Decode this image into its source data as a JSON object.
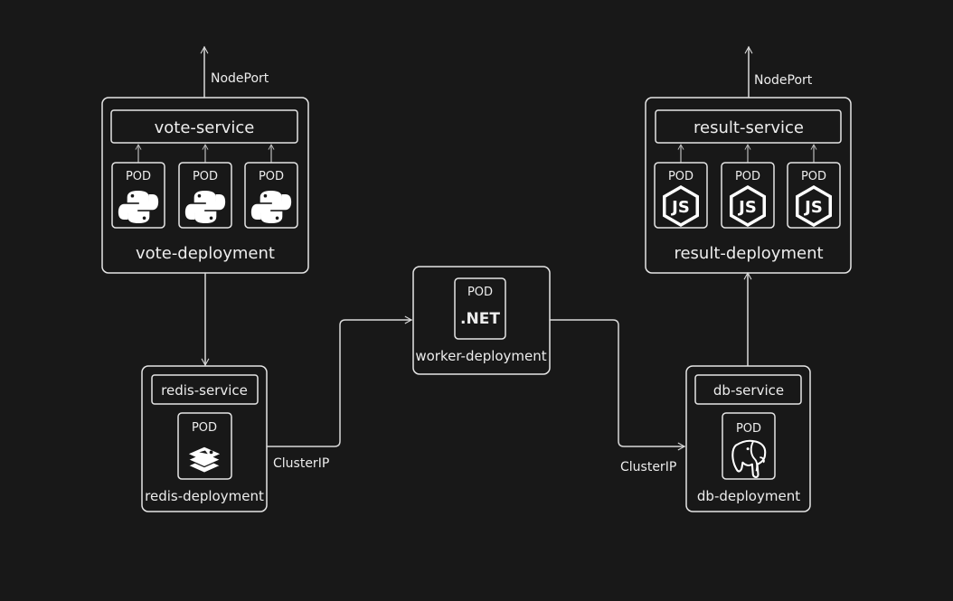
{
  "vote": {
    "service": "vote-service",
    "deployment": "vote-deployment",
    "pod_label": "POD",
    "pod_icon": "python-icon",
    "exposure": "NodePort"
  },
  "result": {
    "service": "result-service",
    "deployment": "result-deployment",
    "pod_label": "POD",
    "pod_icon": "nodejs-icon",
    "exposure": "NodePort"
  },
  "redis": {
    "service": "redis-service",
    "deployment": "redis-deployment",
    "pod_label": "POD",
    "pod_icon": "redis-icon",
    "exposure": "ClusterIP"
  },
  "worker": {
    "deployment": "worker-deployment",
    "pod_label": "POD",
    "pod_text": ".NET",
    "pod_icon": "dotnet-icon"
  },
  "db": {
    "service": "db-service",
    "deployment": "db-deployment",
    "pod_label": "POD",
    "pod_icon": "postgres-icon",
    "exposure": "ClusterIP"
  },
  "colors": {
    "background": "#181818",
    "stroke": "#e6e6e6",
    "text": "#ededed"
  }
}
